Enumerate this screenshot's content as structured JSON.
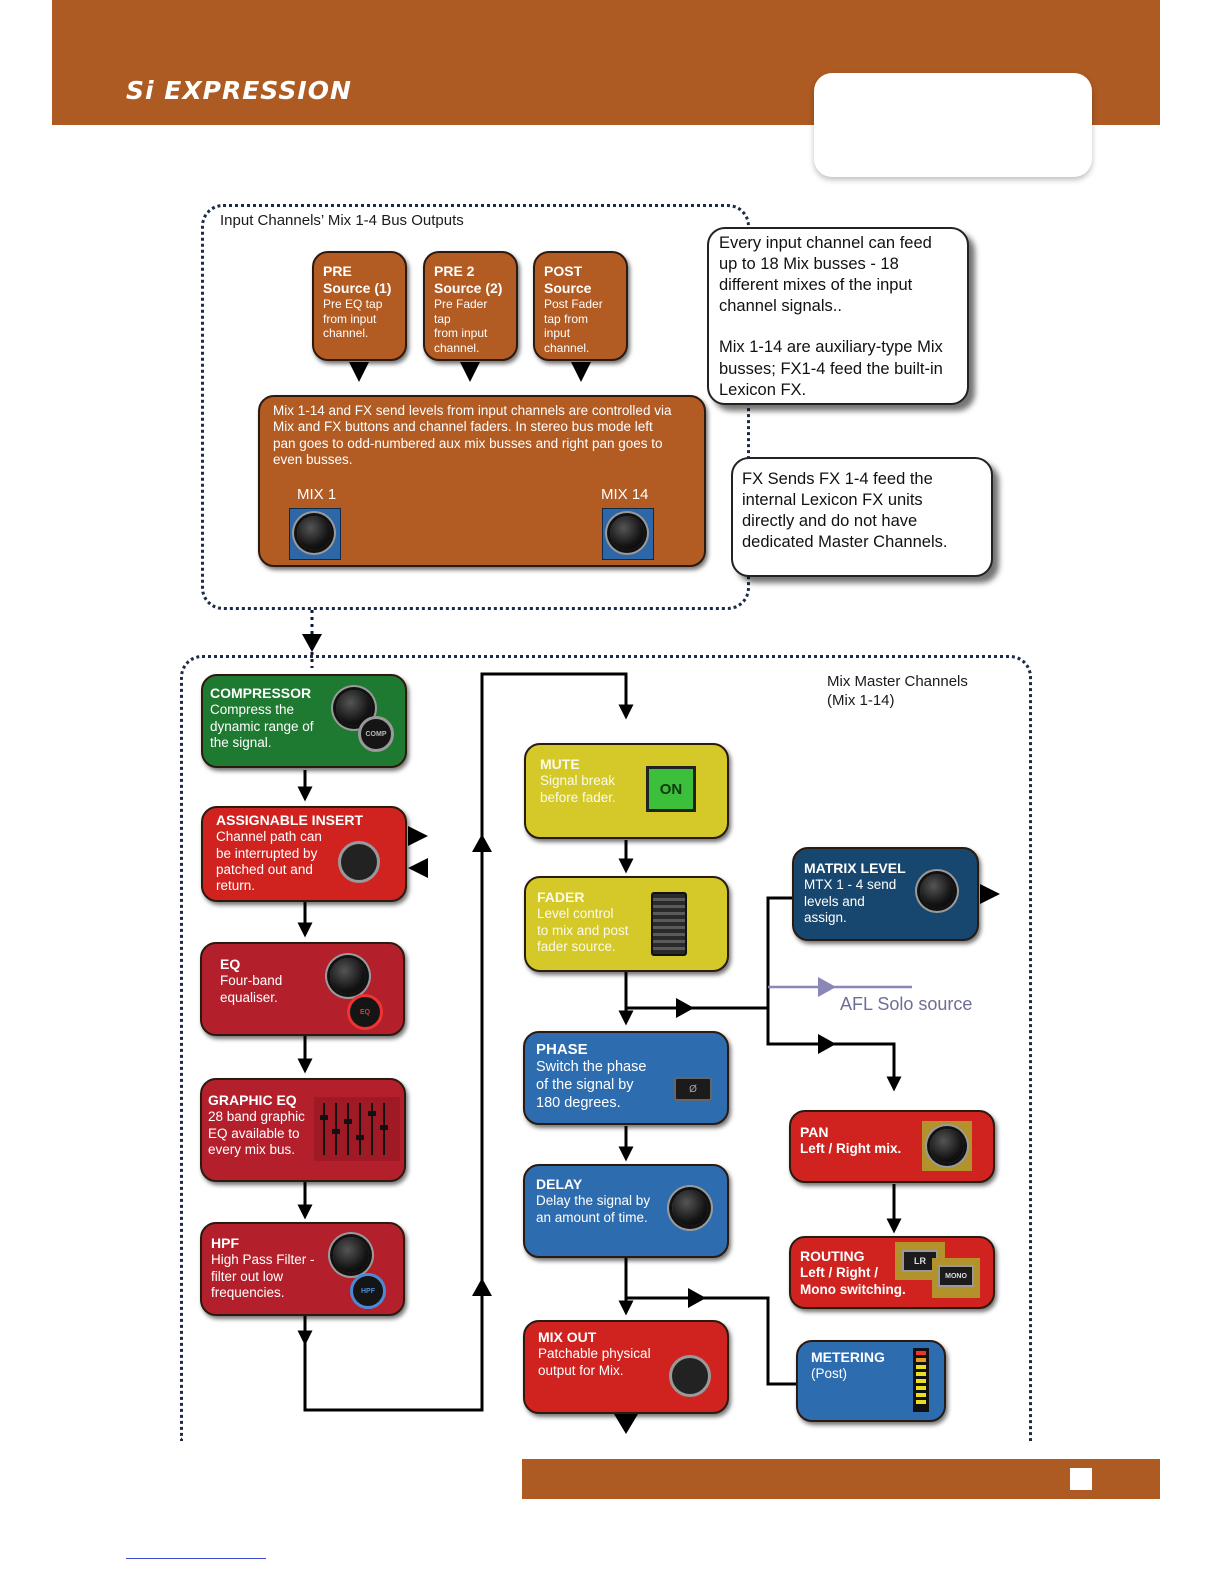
{
  "header": {
    "logo_text": "Si EXPRESSION",
    "brand_color": "#ad5b22"
  },
  "input_section": {
    "title": "Input Channels’ Mix 1-4 Bus Outputs",
    "sources": [
      {
        "title1": "PRE",
        "title2": "Source (1)",
        "desc": [
          "Pre EQ tap",
          "from input",
          "channel."
        ]
      },
      {
        "title1": "PRE 2",
        "title2": "Source (2)",
        "desc": [
          "Pre Fader tap",
          "from input",
          "channel."
        ]
      },
      {
        "title1": "POST",
        "title2": "Source",
        "desc": [
          "Post Fader",
          "tap from input",
          "channel."
        ]
      }
    ],
    "send_box": {
      "text": [
        "Mix 1-14 and FX send levels from input channels are controlled via",
        "Mix and FX buttons and channel faders. In stereo bus mode left",
        "pan goes to odd-numbered aux mix busses and right pan goes to",
        "even busses."
      ],
      "mix_first": "MIX 1",
      "mix_last": "MIX 14"
    }
  },
  "notes": {
    "feed": [
      "Every input channel can feed",
      "up to 18 Mix busses - 18",
      "different mixes of the input",
      "channel signals..",
      "",
      "Mix 1-14 are auxiliary-type Mix",
      "busses; FX1-4 feed the built-in",
      "Lexicon FX."
    ],
    "fx": [
      "FX Sends FX 1-4  feed the",
      "internal Lexicon FX units",
      "directly and do not have",
      "dedicated Master Channels."
    ]
  },
  "master_section": {
    "title": [
      "Mix Master Channels",
      "(Mix  1-14)"
    ],
    "left_chain": [
      {
        "title": "COMPRESSOR",
        "desc": [
          "Compress the",
          "dynamic range of",
          "the signal."
        ],
        "icon": "COMP"
      },
      {
        "title": "ASSIGNABLE INSERT",
        "desc": [
          "Channel path can",
          "be interrupted by",
          "patched out and",
          "return."
        ]
      },
      {
        "title": "EQ",
        "desc": [
          "Four-band",
          "equaliser."
        ],
        "icon": "EQ"
      },
      {
        "title": "GRAPHIC EQ",
        "desc": [
          "28 band graphic",
          "EQ available to",
          "every mix bus."
        ]
      },
      {
        "title": "HPF",
        "desc": [
          "High Pass Filter -",
          "filter out low",
          "frequencies."
        ],
        "icon": "HPF"
      }
    ],
    "center_chain": [
      {
        "title": "MUTE",
        "desc": [
          "Signal break",
          "before fader."
        ],
        "button": "ON"
      },
      {
        "title": "FADER",
        "desc": [
          "Level control",
          "to mix and post",
          "fader source."
        ]
      },
      {
        "title": "PHASE",
        "desc": [
          "Switch the phase",
          "of the signal by",
          "180 degrees."
        ],
        "button": "Ø"
      },
      {
        "title": "DELAY",
        "desc": [
          "Delay the signal by",
          "an amount of time."
        ]
      },
      {
        "title": "MIX OUT",
        "desc": [
          "Patchable physical",
          "output for Mix."
        ]
      }
    ],
    "matrix": {
      "title": "MATRIX LEVEL",
      "desc": [
        "MTX 1 - 4 send",
        "levels and",
        "assign."
      ]
    },
    "afl": "AFL Solo source",
    "pan": {
      "title": "PAN",
      "desc": "Left / Right mix."
    },
    "routing": {
      "title": "ROUTING",
      "desc": [
        "Left / Right /",
        "Mono switching."
      ],
      "btn_lr": "LR",
      "btn_mono": "MONO"
    },
    "metering": {
      "title": "METERING",
      "desc": "(Post)"
    }
  }
}
